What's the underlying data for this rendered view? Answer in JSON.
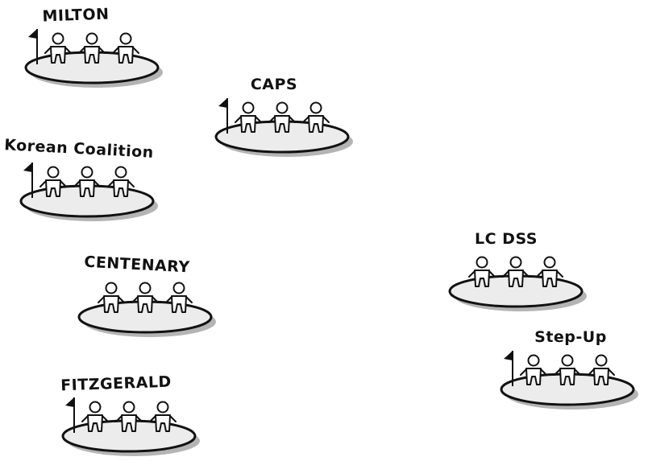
{
  "groups": [
    {
      "id": "milton",
      "label": "MILTON",
      "has_flag": true
    },
    {
      "id": "caps",
      "label": "CAPS",
      "has_flag": true
    },
    {
      "id": "korean-coalition",
      "label": "Korean Coalition",
      "has_flag": true
    },
    {
      "id": "centenary",
      "label": "CENTENARY",
      "has_flag": false
    },
    {
      "id": "fitzgerald",
      "label": "FITZGERALD",
      "has_flag": true
    },
    {
      "id": "lc-dss",
      "label": "LC DSS",
      "has_flag": false
    },
    {
      "id": "step-up",
      "label": "Step-Up",
      "has_flag": true
    }
  ],
  "colors": {
    "platform_fill": "#ececec",
    "outline": "#111111",
    "shadow": "#777777",
    "figure_fill": "#ffffff"
  }
}
